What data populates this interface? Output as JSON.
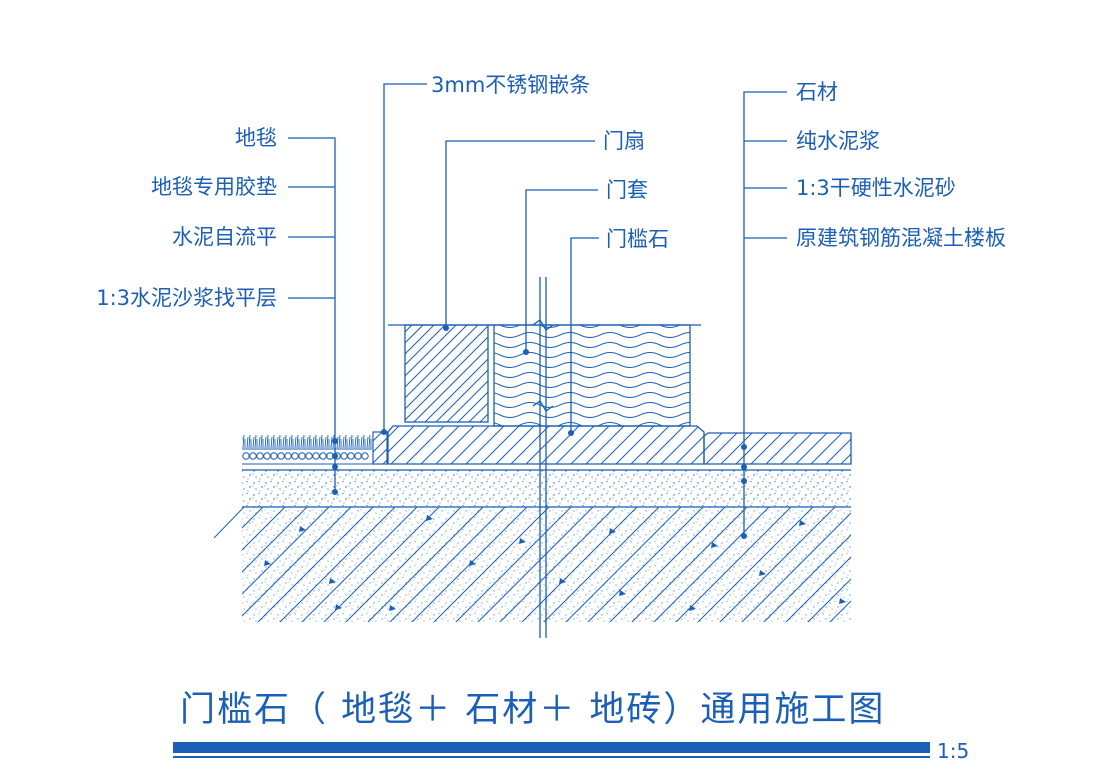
{
  "title": "门槛石（ 地毯＋ 石材＋ 地砖）通用施工图",
  "scale": "1:5",
  "labels": {
    "steel_strip": "3mm不锈钢嵌条",
    "door_leaf": "门扇",
    "door_casing": "门套",
    "threshold_stone": "门槛石",
    "carpet": "地毯",
    "carpet_underlay": "地毯专用胶垫",
    "self_leveling": "水泥自流平",
    "mortar_leveling": "1:3水泥沙浆找平层",
    "stone": "石材",
    "cement_paste": "纯水泥浆",
    "dry_mortar": "1:3干硬性水泥砂",
    "concrete_slab": "原建筑钢筋混凝土楼板"
  },
  "colors": {
    "line": "#1b5fb6",
    "background": "#ffffff"
  }
}
